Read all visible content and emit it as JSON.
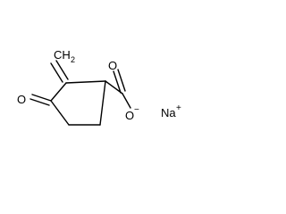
{
  "structure": {
    "methylene_label": "CH",
    "methylene_subscript": "2",
    "ketone_oxygen_label": "O",
    "carbonyl_oxygen_label": "O",
    "anion_oxygen_label": "O",
    "anion_charge": "−",
    "counterion_label": "Na",
    "counterion_charge": "+"
  }
}
